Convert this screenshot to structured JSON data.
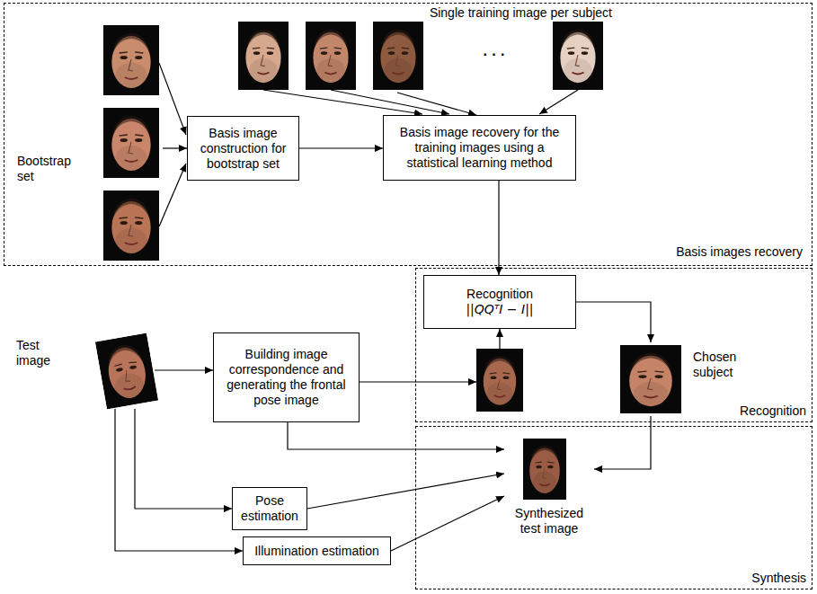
{
  "diagram": {
    "nodes": [
      {
        "text": [
          "Basis images recovery"
        ]
      },
      {
        "text": [
          "Single training image per subject"
        ],
        "in": 0
      },
      {
        "text": [
          "Bootstrap set"
        ],
        "in": 0
      },
      {
        "text": [
          "Basis image construction for bootstrap set"
        ],
        "in": 0
      },
      {
        "text": [
          "Basis image recovery for the training images using a statistical learning method"
        ],
        "in": 0
      },
      {
        "text": [
          "Recognition"
        ]
      },
      {
        "text": [
          "Recognition",
          "||QQᵀI − I||"
        ],
        "in": 5
      },
      {
        "text": [
          "Test image"
        ]
      },
      {
        "text": [
          "Building image correspondence and generating the frontal pose image"
        ]
      },
      {
        "text": [
          "Chosen subject"
        ],
        "in": 5
      },
      {
        "text": [
          "Pose estimation"
        ]
      },
      {
        "text": [
          "Illumination estimation"
        ]
      },
      {
        "text": [
          "Synthesis"
        ]
      },
      {
        "text": [
          "Synthesized test image"
        ],
        "in": 12
      }
    ],
    "edges": [
      {
        "from": 2,
        "to": 3,
        "arrow": "to"
      },
      {
        "from": 1,
        "to": 4,
        "arrow": "to"
      },
      {
        "from": 3,
        "to": 4,
        "arrow": "to"
      },
      {
        "from": 4,
        "to": 6,
        "arrow": "to"
      },
      {
        "from": 6,
        "to": 9,
        "arrow": "to"
      },
      {
        "from": 7,
        "to": 8,
        "arrow": "to"
      },
      {
        "from": 8,
        "to": 6,
        "arrow": "to"
      },
      {
        "from": 9,
        "to": 13,
        "arrow": "to"
      },
      {
        "from": 8,
        "to": 13,
        "arrow": "to"
      },
      {
        "from": 7,
        "to": 10,
        "arrow": "to"
      },
      {
        "from": 7,
        "to": 11,
        "arrow": "to"
      },
      {
        "from": 10,
        "to": 13,
        "arrow": "to"
      },
      {
        "from": 11,
        "to": 13,
        "arrow": "to"
      }
    ],
    "labels": [
      "· · ·"
    ]
  }
}
